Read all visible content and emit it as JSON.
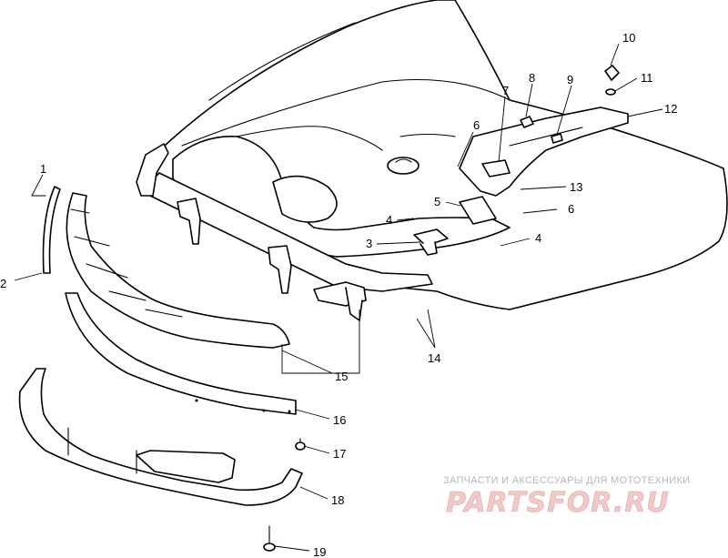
{
  "callouts": [
    {
      "id": "1",
      "label": "1"
    },
    {
      "id": "2",
      "label": "2"
    },
    {
      "id": "3",
      "label": "3"
    },
    {
      "id": "4a",
      "label": "4"
    },
    {
      "id": "4b",
      "label": "4"
    },
    {
      "id": "5",
      "label": "5"
    },
    {
      "id": "6a",
      "label": "6"
    },
    {
      "id": "6b",
      "label": "6"
    },
    {
      "id": "7",
      "label": "7"
    },
    {
      "id": "8",
      "label": "8"
    },
    {
      "id": "9",
      "label": "9"
    },
    {
      "id": "10",
      "label": "10"
    },
    {
      "id": "11",
      "label": "11"
    },
    {
      "id": "12",
      "label": "12"
    },
    {
      "id": "13",
      "label": "13"
    },
    {
      "id": "14",
      "label": "14"
    },
    {
      "id": "15",
      "label": "15"
    },
    {
      "id": "16",
      "label": "16"
    },
    {
      "id": "17",
      "label": "17"
    },
    {
      "id": "18",
      "label": "18"
    },
    {
      "id": "19",
      "label": "19"
    }
  ],
  "watermark": {
    "tagline": "ЗАПЧАСТИ И АКСЕССУАРЫ ДЛЯ МОТОТЕХНИКИ",
    "logo": "PARTSFOR.RU"
  }
}
